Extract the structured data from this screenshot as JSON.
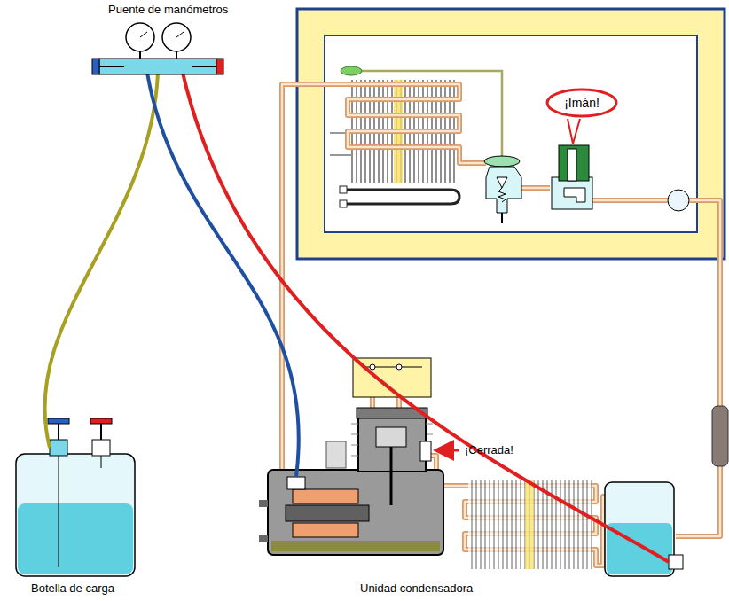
{
  "diagram": {
    "nodes": [
      {
        "text": [
          "¡Imán!"
        ]
      }
    ],
    "labels": [
      "Puente de manómetros",
      "¡Cerrada!",
      "Botella de carga",
      "Unidad condensadora"
    ]
  }
}
